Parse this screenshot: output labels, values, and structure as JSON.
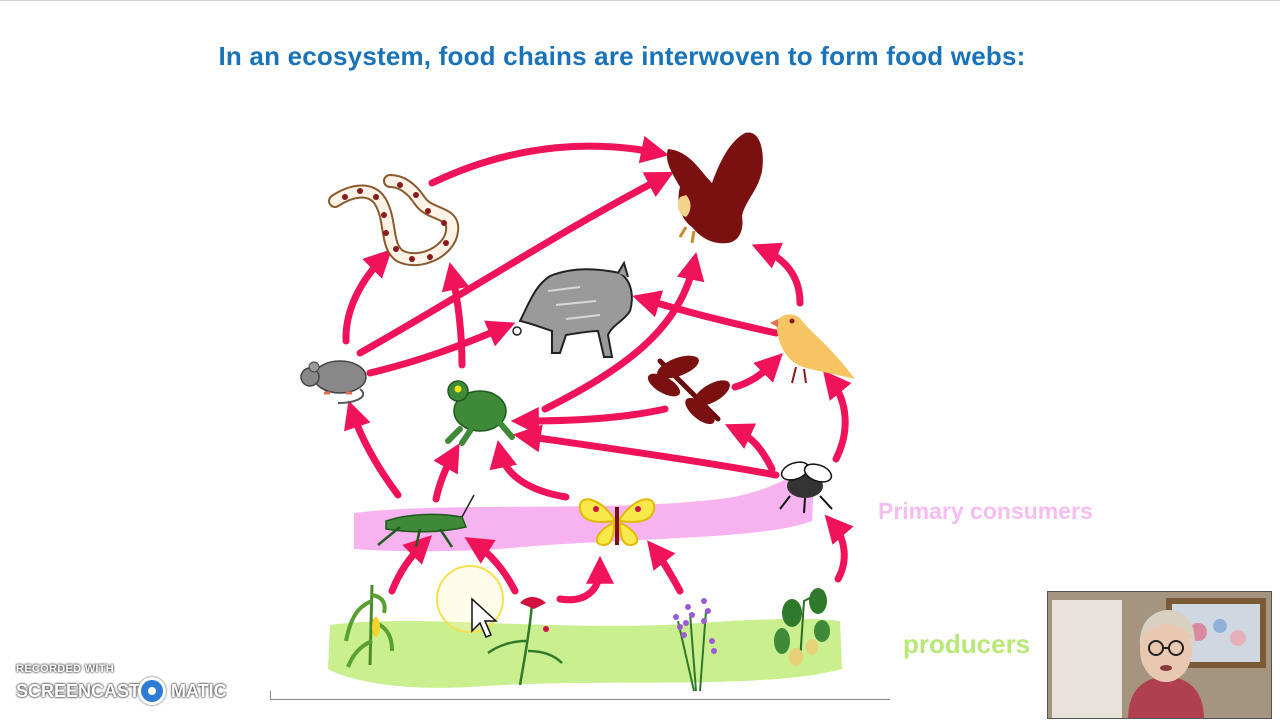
{
  "slide": {
    "title": "In an ecosystem, food chains are interwoven to form food webs:",
    "levels": {
      "primary_consumers": "Primary consumers",
      "producers": "producers"
    }
  },
  "watermark": {
    "recorded_with": "RECORDED WITH",
    "brand_a": "SCREENCAST",
    "brand_b": "MATIC"
  },
  "organisms": [
    "snake-icon",
    "eagle-icon",
    "wolf-icon",
    "mouse-icon",
    "frog-icon",
    "dragonfly-icon",
    "yellow-bird-icon",
    "fly-icon",
    "grasshopper-icon",
    "butterfly-icon",
    "corn-icon",
    "red-flower-icon",
    "lavender-icon",
    "bean-plant-icon"
  ],
  "colors": {
    "title": "#1a73b8",
    "arrow": "#f0135a",
    "primary_band": "#f7b3ef",
    "producer_band": "#c9ef8e",
    "primary_label": "#f6bdf0",
    "producer_label": "#b8e878"
  }
}
